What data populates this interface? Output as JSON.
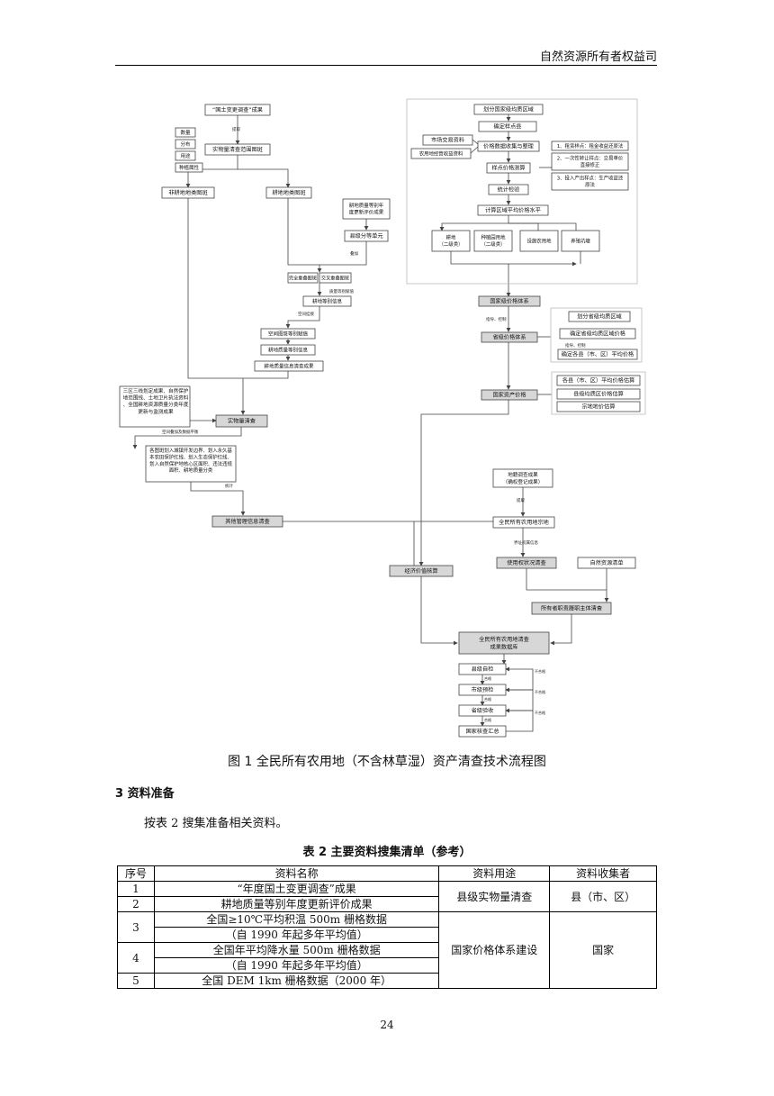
{
  "header": {
    "org": "自然资源所有者权益司"
  },
  "flowchart": {
    "left": {
      "src": "“国土变更调查”成果",
      "tie": "提取",
      "attrs": [
        "数量",
        "分布",
        "用途",
        "种植属性"
      ],
      "spots": "实物量清查范围图斑",
      "non_farm": "非耕地地类图斑",
      "farm": "耕地地类图斑",
      "quality": "耕地质量等别年度更新评价成果",
      "grade_unit": "县级分等单元",
      "overlay": "叠加",
      "full_ov": "完全重叠图斑",
      "cross_ov": "交叉重叠图斑",
      "quality_assign": "质量等别赋值",
      "grade_info": "耕地等别信息",
      "spatial_link": "空间挂接",
      "spatial_assign": "空间图斑等别赋值",
      "quality_info": "耕地质量等别信息",
      "quality_check": "耕地质量信息清查成果",
      "sources": "三区三线划定成果、自然保护地范围线、土地卫片执法资料、全国耕地资源质量分类年度更新与监测成果",
      "physical": "实物量清查",
      "spatial_overlay": "空间叠加及数据平衡",
      "mgmt_desc": "各图斑划入城镇开发边界、划入永久基本农田保护红线、划入生态保护红线、划入自然保护地核心区面积、违法违规面积、耕地质量分类",
      "summary": "统计",
      "mgmt_check": "其他管理信息清查"
    },
    "right": {
      "zone": "划分国家级均质区域",
      "sample": "确定样点县",
      "market": "市场交易资料",
      "farm_income": "农用地经营收益资料",
      "price_collect": "价格数据收集与整理",
      "methods": [
        "1、租赁样点：租金收益还原法",
        "2、一次性转让样点：交易单价直接修正",
        "3、投入产出样点：生产收益还原法"
      ],
      "calc_sample": "样点价格测算",
      "verify": "统计检验",
      "avg": "计算区域平均价格水平",
      "cats": [
        "耕地\n（二级类）",
        "种植园用地\n（二级类）",
        "设施农用地",
        "养殖坑塘"
      ],
      "nat_system": "国家级价格体系",
      "guide": "指导、控制",
      "prov_zone": "划分省级均质区域",
      "prov_system": "省级价格体系",
      "prov_price": "确定省级均质区域价格",
      "guide2": "指导、控制",
      "county_avg": "确定各县（市、区）平均价格",
      "asset_price": "国家资产价格",
      "estimates": [
        "各县（市、区）平均价格估算",
        "县级均质区价格估算",
        "宗地地价估算"
      ],
      "survey": "地籍调查成果\n（确权登记成果）",
      "extract": "提取",
      "parcel": "全民所有农用地宗地",
      "rights_basis": "界址权属信息",
      "use_rights": "使用权状况清查",
      "nat_list": "自然资源清单",
      "owner_check": "所有者职责履职主体清查",
      "econ": "经济价值核算",
      "db": "全民所有农用地清查成果数据库",
      "audit": [
        "县级自检",
        "市级预检",
        "省级验收",
        "国家核查汇总"
      ],
      "pass": "合格",
      "fail": "不合格"
    }
  },
  "figure_caption": "图 1  全民所有农用地（不含林草湿）资产清查技术流程图",
  "section": "3  资料准备",
  "paragraph": "按表 2 搜集准备相关资料。",
  "table": {
    "caption": "表 2  主要资料搜集清单（参考）",
    "headers": [
      "序号",
      "资料名称",
      "资料用途",
      "资料收集者"
    ],
    "rows": [
      {
        "no": "1",
        "name": "“年度国土变更调查”成果"
      },
      {
        "no": "2",
        "name": "耕地质量等别年度更新评价成果"
      },
      {
        "no": "3",
        "name": "全国≥10℃平均积温 500m 栅格数据",
        "sub": "（自 1990 年起多年平均值）"
      },
      {
        "no": "4",
        "name": "全国年平均降水量 500m 栅格数据",
        "sub": "（自 1990 年起多年平均值）"
      },
      {
        "no": "5",
        "name": "全国 DEM 1km 栅格数据（2000 年）"
      }
    ],
    "use_a": "县级实物量清查",
    "col_a": "县（市、区）",
    "use_b": "国家价格体系建设",
    "col_b": "国家"
  },
  "page_number": "24"
}
